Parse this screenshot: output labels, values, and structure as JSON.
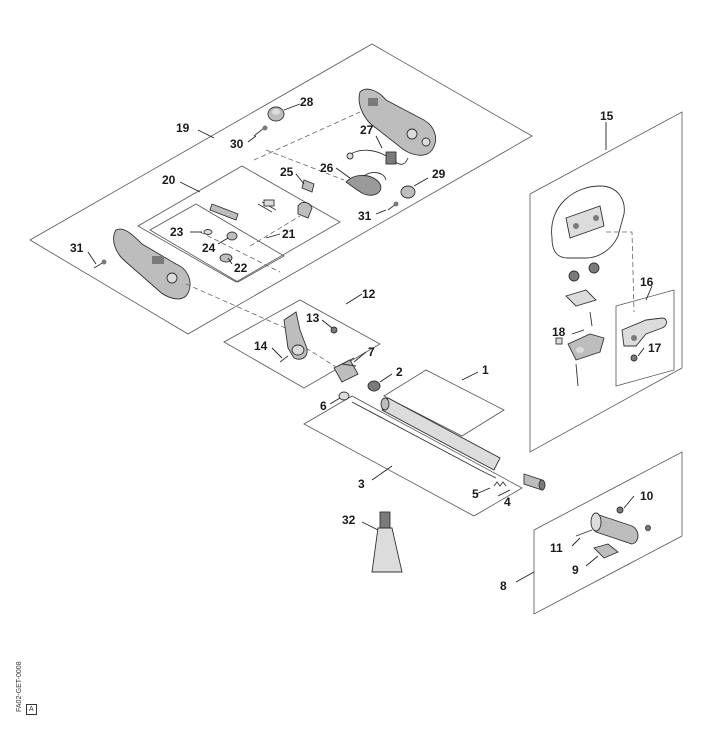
{
  "diagram": {
    "callouts": {
      "c1": "1",
      "c2": "2",
      "c3": "3",
      "c4": "4",
      "c5": "5",
      "c6": "6",
      "c7": "7",
      "c8": "8",
      "c9": "9",
      "c10": "10",
      "c11": "11",
      "c12": "12",
      "c13": "13",
      "c14": "14",
      "c15": "15",
      "c16": "16",
      "c17": "17",
      "c18": "18",
      "c19": "19",
      "c20": "20",
      "c21": "21",
      "c22": "22",
      "c23": "23",
      "c24": "24",
      "c25": "25",
      "c26": "26",
      "c27": "27",
      "c28": "28",
      "c29": "29",
      "c30": "30",
      "c31a": "31",
      "c31b": "31",
      "c32": "32"
    },
    "doc_code": "FA02-GET-0008",
    "doc_rev": "A"
  }
}
